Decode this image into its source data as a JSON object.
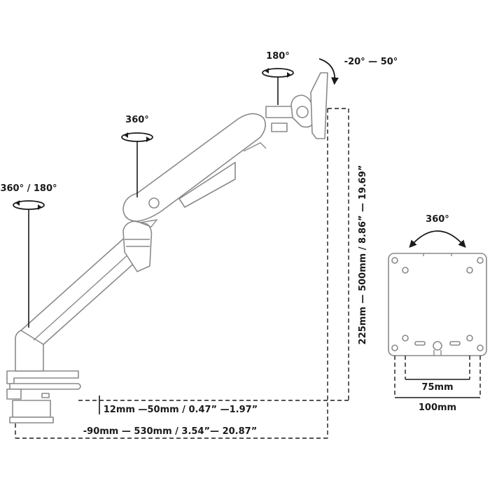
{
  "labels": {
    "base_rotation": "360° / 180°",
    "arm_rotation": "360°",
    "head_rotation": "180°",
    "tilt": "-20° — 50°",
    "height_range": "225mm — 500mm / 8.86” — 19.69”",
    "clamp_range": "12mm —50mm / 0.47” —1.97”",
    "reach_range": "-90mm — 530mm / 3.54”— 20.87”",
    "vesa_rotation": "360°",
    "vesa_inner": "75mm",
    "vesa_outer": "100mm"
  },
  "colors": {
    "ink": "#1a1a1a",
    "arm_outline": "#8a8a8a",
    "background": "#ffffff"
  }
}
